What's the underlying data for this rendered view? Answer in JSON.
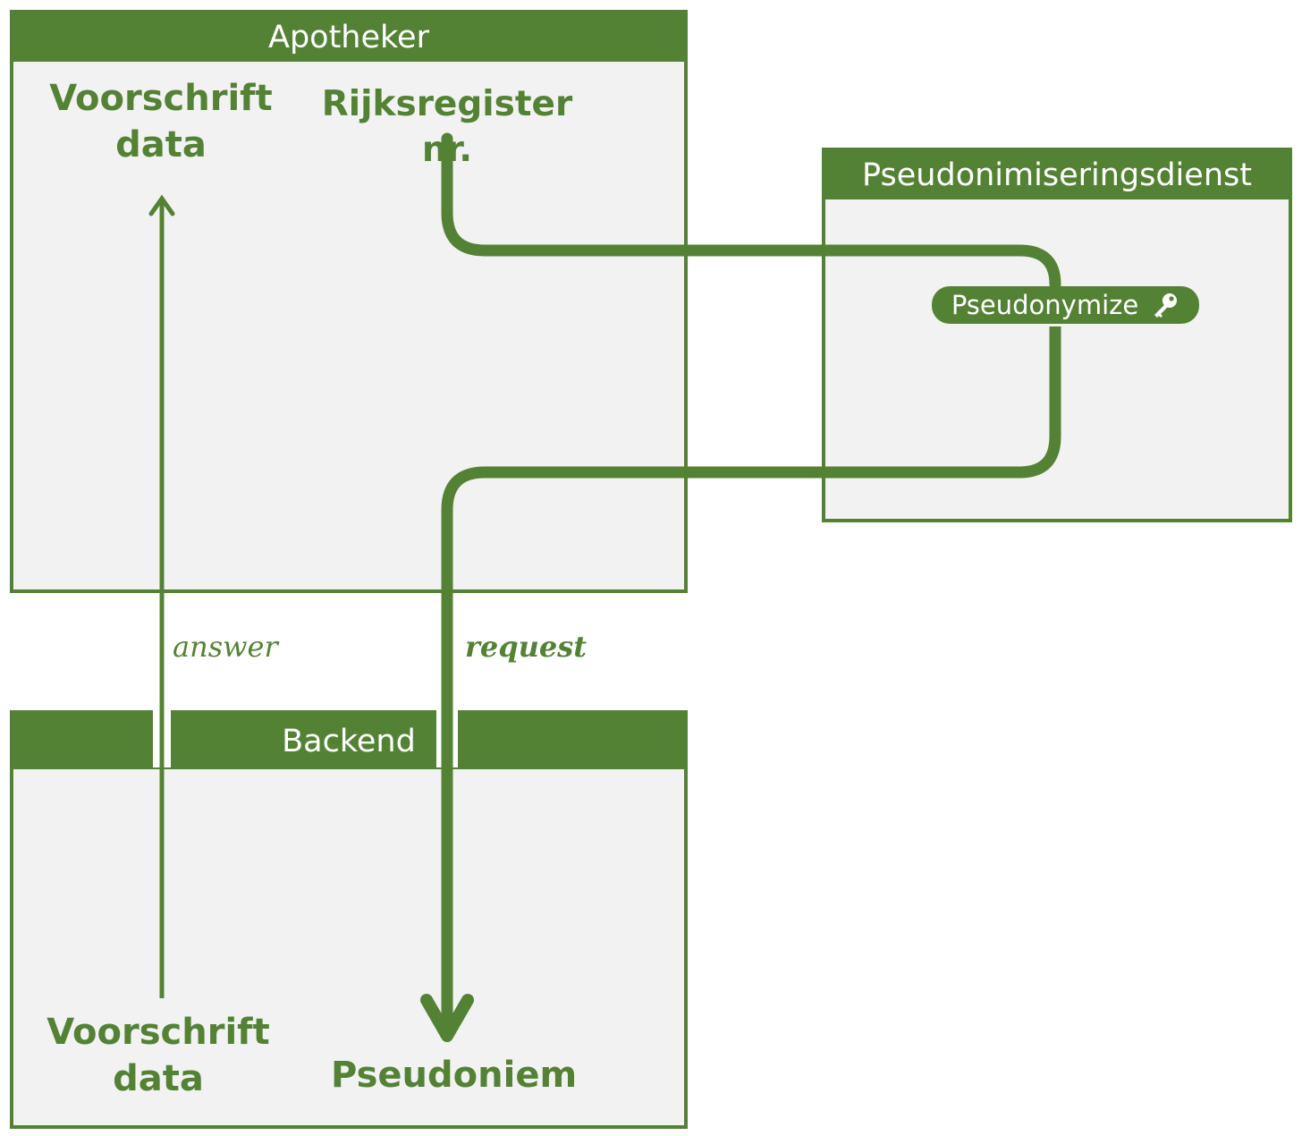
{
  "colors": {
    "accent": "#548235",
    "panel": "#f2f2f2",
    "header_text": "#ffffff"
  },
  "apotheker": {
    "title": "Apotheker",
    "voorschrift_line1": "Voorschrift",
    "voorschrift_line2": "data",
    "rijksregister": "Rijksregister nr."
  },
  "pseudo_service": {
    "title": "Pseudonimiseringsdienst",
    "action": "Pseudonymize",
    "action_icon": "key-icon"
  },
  "backend": {
    "title": "Backend",
    "voorschrift_line1": "Voorschrift",
    "voorschrift_line2": "data",
    "pseudoniem": "Pseudoniem"
  },
  "flows": {
    "answer": "answer",
    "request": "request"
  }
}
